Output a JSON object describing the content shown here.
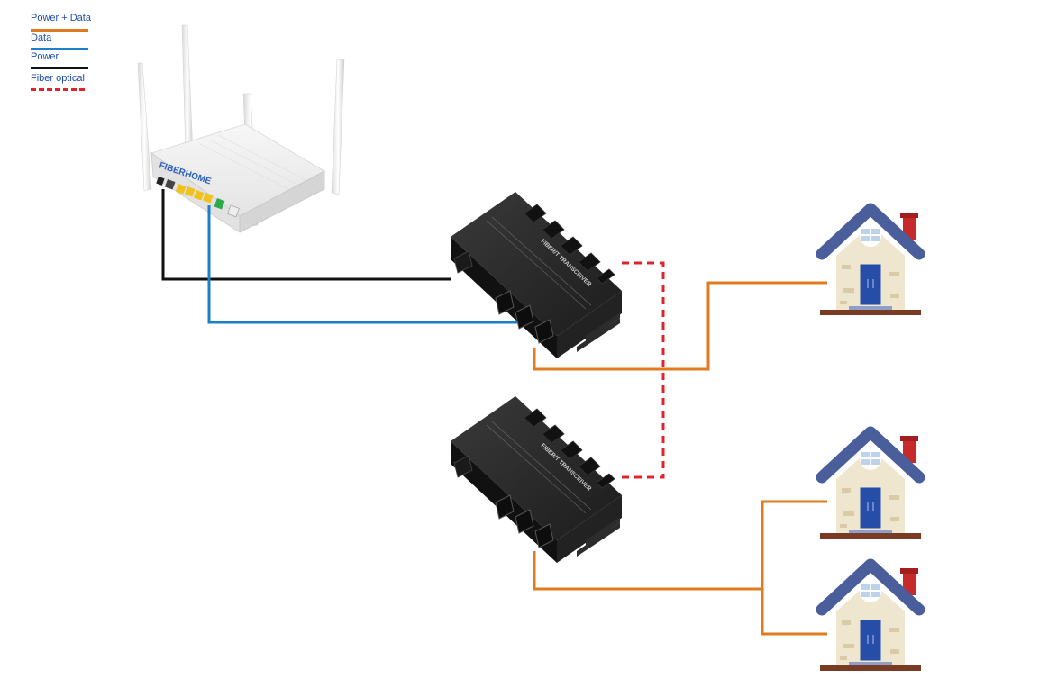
{
  "legend": {
    "items": [
      {
        "label": "Power + Data",
        "color": "#e07b20",
        "style": "solid"
      },
      {
        "label": "Data",
        "color": "#1b7fc9",
        "style": "solid"
      },
      {
        "label": "Power",
        "color": "#111111",
        "style": "solid"
      },
      {
        "label": "Fiber optical",
        "color": "#e0242c",
        "style": "dashed"
      }
    ]
  },
  "router": {
    "brand": "FIBERHOME"
  },
  "transceivers": [
    {
      "label": "FIBER/T TRANSCEIVER"
    },
    {
      "label": "FIBER/T TRANSCEIVER"
    }
  ],
  "houses": {
    "count": 3
  }
}
